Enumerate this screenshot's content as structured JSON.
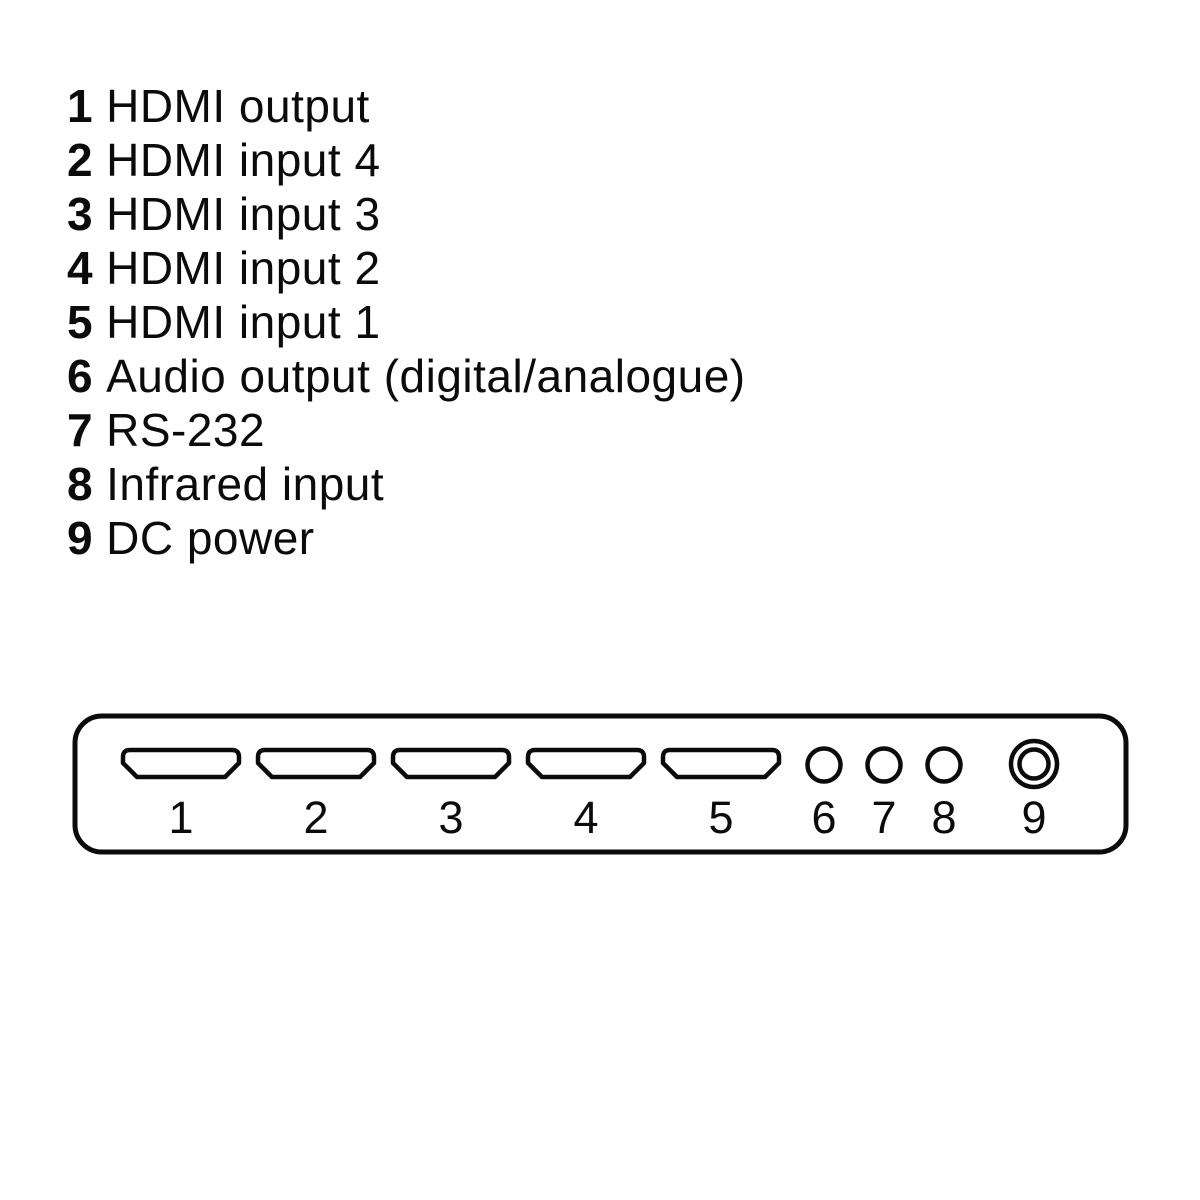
{
  "colors": {
    "ink": "#0b0b0b",
    "background": "#ffffff"
  },
  "legend": {
    "items": [
      {
        "number": "1",
        "label": "HDMI output"
      },
      {
        "number": "2",
        "label": "HDMI input 4"
      },
      {
        "number": "3",
        "label": "HDMI input 3"
      },
      {
        "number": "4",
        "label": "HDMI input 2"
      },
      {
        "number": "5",
        "label": "HDMI input 1"
      },
      {
        "number": "6",
        "label": "Audio output (digital/analogue)"
      },
      {
        "number": "7",
        "label": "RS-232"
      },
      {
        "number": "8",
        "label": "Infrared input"
      },
      {
        "number": "9",
        "label": "DC power"
      }
    ]
  },
  "panel": {
    "hdmi_ports": [
      {
        "number": "1"
      },
      {
        "number": "2"
      },
      {
        "number": "3"
      },
      {
        "number": "4"
      },
      {
        "number": "5"
      }
    ],
    "jack_ports": [
      {
        "number": "6"
      },
      {
        "number": "7"
      },
      {
        "number": "8"
      }
    ],
    "dc_power_port": {
      "number": "9"
    }
  }
}
